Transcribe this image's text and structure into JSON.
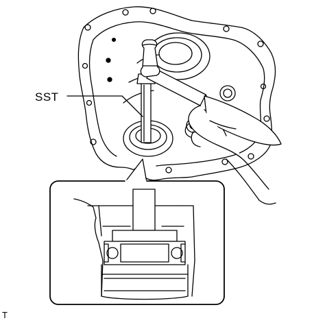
{
  "labels": {
    "tool": "SST",
    "corner": "T"
  },
  "colors": {
    "stroke": "#000000",
    "background": "#ffffff"
  },
  "parts": {
    "housing": "transaxle-case-illustration",
    "hammer": "hammer-illustration",
    "detail": "bearing-press-detail-inset"
  }
}
